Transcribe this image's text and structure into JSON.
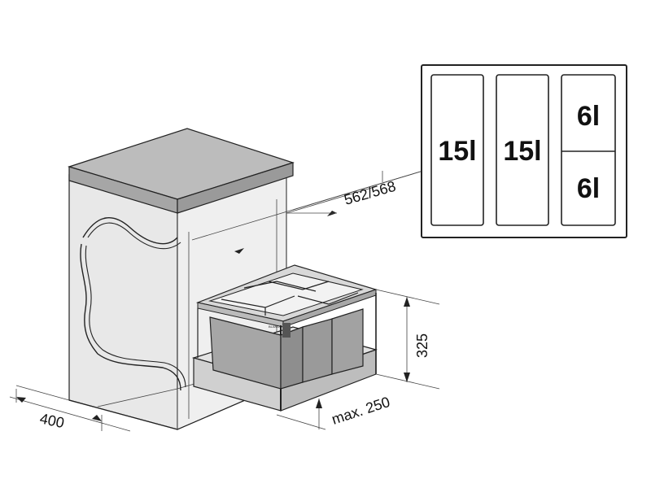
{
  "dimensions": {
    "depth": "562/568",
    "width": "400",
    "height": "325",
    "drawer_height": "max. 250"
  },
  "compartments": {
    "bin_1": "15l",
    "bin_2": "15l",
    "bin_3": "6l",
    "bin_4": "6l"
  },
  "brand_mark": "BLANCO",
  "colors": {
    "cabinet_fill": "#e6e6e6",
    "worktop_fill": "#b9b9b9",
    "bin_fill": "#a8a8a8",
    "frame_fill": "#d2d2d2",
    "line": "#222222"
  }
}
